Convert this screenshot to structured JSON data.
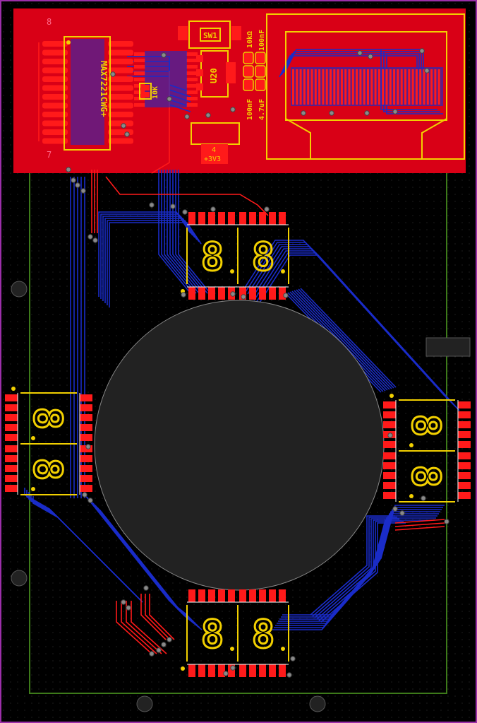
{
  "colors": {
    "background": "#000000",
    "board_outline": "#9b2fa8",
    "grid_dot": "#3a3a3a",
    "copper_top": "#d90016",
    "copper_bottom": "#1a2cc8",
    "pad": "#ff1a1a",
    "silkscreen": "#f2d000",
    "via": "#8a8a8a",
    "courtyard": "#3d7a1a",
    "cutout": "#222222"
  },
  "labels": {
    "ic_name": "MAX7221CWG+",
    "pin_top": "8",
    "pin_bottom": "7",
    "switch": "SW1",
    "regulator": "U20",
    "resistor_top": "10kΩ",
    "cap_top": "100nF",
    "cap_mid": "100nF",
    "cap_bulk": "4.7uF",
    "resistor_side": "10K",
    "power_pin": "4",
    "power_net": "+3V3",
    "digit": "8"
  },
  "displays": [
    {
      "name": "display-top",
      "rot": 0
    },
    {
      "name": "display-left",
      "rot": 90
    },
    {
      "name": "display-right",
      "rot": 90
    },
    {
      "name": "display-bottom",
      "rot": 0
    }
  ]
}
